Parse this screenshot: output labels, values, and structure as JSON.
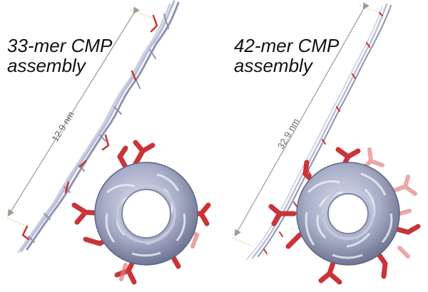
{
  "panels": [
    {
      "title_line1": "33-mer CMP",
      "title_line2": "assembly",
      "length_label": "12.9 nm"
    },
    {
      "title_line1": "42-mer CMP",
      "title_line2": "assembly",
      "length_label": "32.9 nm"
    }
  ],
  "colors": {
    "helix": "#b9bfd8",
    "helix_dark": "#8d93b0",
    "residue": "#c8343a",
    "residue_light": "#e07a78",
    "arrow": "#9a9a9a",
    "end_marker": "#d6c25a"
  }
}
